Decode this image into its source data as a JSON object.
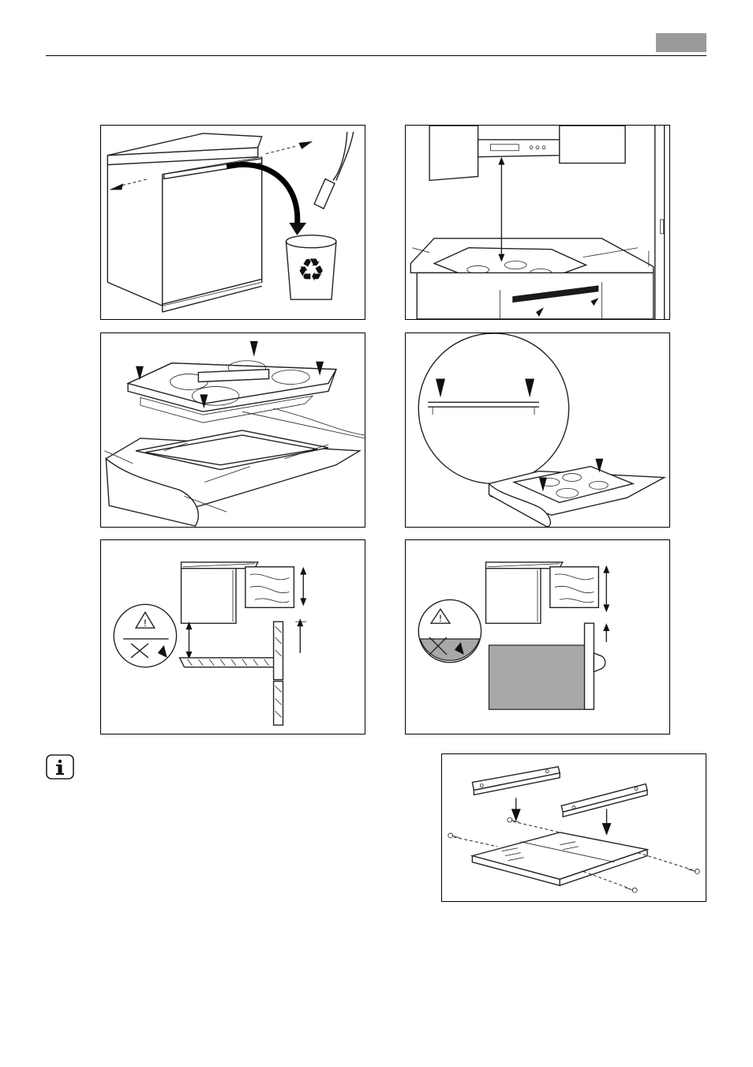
{
  "header": {
    "tab_color": "#9a9a9a"
  },
  "figures": [
    {
      "id": "remove-cabinet-rail",
      "icon": "recycle-bin-icon"
    },
    {
      "id": "cutout-clearance"
    },
    {
      "id": "hob-seal-and-cutout"
    },
    {
      "id": "hob-pressed-in-detail"
    },
    {
      "id": "installation-above-drawer",
      "icon": "warning-icon"
    },
    {
      "id": "installation-above-oven",
      "icon": "warning-icon"
    },
    {
      "id": "mounting-brackets"
    }
  ],
  "info": {
    "icon": "info-icon"
  }
}
